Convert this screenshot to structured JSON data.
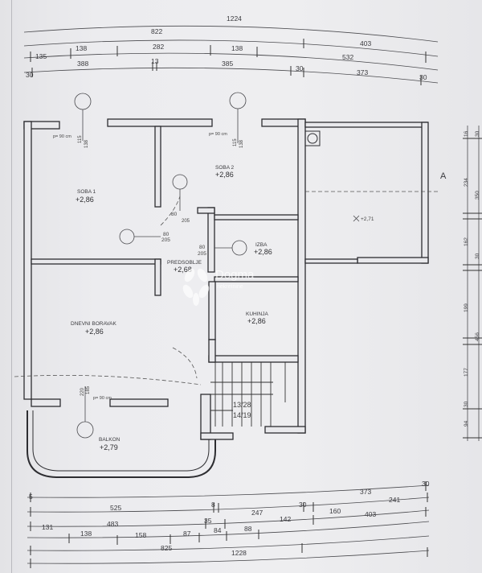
{
  "rooms": {
    "soba1": {
      "name": "SOBA 1",
      "level": "+2,86"
    },
    "soba2": {
      "name": "SOBA 2",
      "level": "+2,86"
    },
    "izba": {
      "name": "IZBA",
      "level": "+2,86"
    },
    "predsoblje": {
      "name": "PREDSOBLJE",
      "level": "+2,68"
    },
    "kuhinja": {
      "name": "KUHINJA",
      "level": "+2,86"
    },
    "dnevni": {
      "name": "DNEVNI BORAVAK",
      "level": "+2,86"
    },
    "balkon": {
      "name": "BALKON",
      "level": "+2,79"
    },
    "right_space": {
      "level": "+2,71"
    }
  },
  "windows": {
    "w_soba1_h": "138",
    "w_soba1_top": "115",
    "w_soba2_h": "138",
    "w_soba2_top": "115",
    "w_soba1_note": "p= 90 cm",
    "w_soba2_note": "p= 90 cm",
    "w_dnevni_note": "p= 90 cm",
    "w_dnevni_a": "220",
    "w_dnevni_b": "185"
  },
  "doors": {
    "d1_a": "80",
    "d1_b": "205",
    "d2_a": "80",
    "d2_b": "205",
    "d3_a": "80",
    "d3_b": "205"
  },
  "stairs": {
    "a": "13/28",
    "b": "14/19"
  },
  "section": {
    "label": "A"
  },
  "top_dims": {
    "row1": [
      "1224"
    ],
    "row2": [
      "822",
      "403"
    ],
    "row3": [
      "135",
      "138",
      "282",
      "138",
      "532"
    ],
    "row4": [
      "30",
      "388",
      "13",
      "385",
      "30",
      "373",
      "30"
    ]
  },
  "bottom_dims": {
    "row1": [
      "5",
      "373",
      "30"
    ],
    "row2": [
      "525",
      "8",
      "247",
      "30",
      "241"
    ],
    "row3": [
      "483",
      "35",
      "142",
      "160",
      "403"
    ],
    "row4": [
      "131",
      "138",
      "158",
      "87",
      "84",
      "88"
    ],
    "row5": [
      "825"
    ],
    "row6": [
      "1228"
    ]
  },
  "right_dims": [
    "16",
    "30",
    "234",
    "350",
    "162",
    "30",
    "199",
    "177",
    "456",
    "30",
    "94"
  ],
  "watermark": {
    "brand": "Dogma",
    "sub": "nekretnine"
  }
}
